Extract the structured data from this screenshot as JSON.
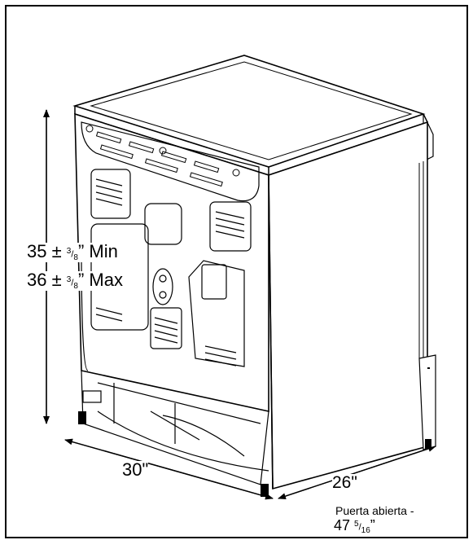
{
  "dimensions": {
    "height_min": {
      "prefix": "35 ± ",
      "num": "3",
      "den": "8",
      "suffix": "” Min"
    },
    "height_max": {
      "prefix": "36 ± ",
      "num": "3",
      "den": "8",
      "suffix": "” Max"
    },
    "width": "30\"",
    "depth": "26\"",
    "door_open_label": "Puerta abierta -",
    "door_open_value": {
      "prefix": "47 ",
      "num": "5",
      "den": "16",
      "suffix": "”"
    }
  }
}
